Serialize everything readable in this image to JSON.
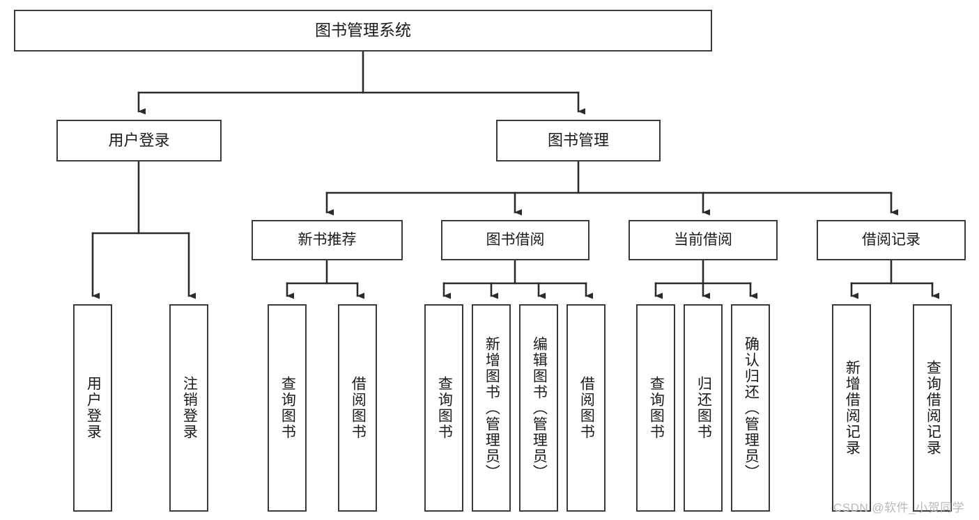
{
  "diagram": {
    "title": "图书管理系统",
    "type": "tree-flowchart",
    "orientation": "top-down",
    "colors": {
      "box_border": "#3a3a3a",
      "box_fill": "#ffffff",
      "edge": "#2b2b2b",
      "text": "#1a1a1a",
      "watermark": "#b9b9b9",
      "background": "#ffffff"
    },
    "root": {
      "id": "root",
      "label": "图书管理系统"
    },
    "level2": [
      {
        "id": "user-login",
        "label": "用户登录"
      },
      {
        "id": "book-manage",
        "label": "图书管理"
      }
    ],
    "level3": [
      {
        "id": "new-book-recommend",
        "label": "新书推荐",
        "parent": "book-manage"
      },
      {
        "id": "book-borrow",
        "label": "图书借阅",
        "parent": "book-manage"
      },
      {
        "id": "current-borrow",
        "label": "当前借阅",
        "parent": "book-manage"
      },
      {
        "id": "borrow-record",
        "label": "借阅记录",
        "parent": "book-manage"
      }
    ],
    "leaves": [
      {
        "id": "leaf-user-login",
        "label": "用户登录",
        "parent": "user-login"
      },
      {
        "id": "leaf-user-logout",
        "label": "注销登录",
        "parent": "user-login"
      },
      {
        "id": "leaf-query-book-1",
        "label": "查询图书",
        "parent": "new-book-recommend"
      },
      {
        "id": "leaf-borrow-book-1",
        "label": "借阅图书",
        "parent": "new-book-recommend"
      },
      {
        "id": "leaf-query-book-2",
        "label": "查询图书",
        "parent": "book-borrow"
      },
      {
        "id": "leaf-add-book",
        "label": "新增图书（管理员）",
        "parent": "book-borrow"
      },
      {
        "id": "leaf-edit-book",
        "label": "编辑图书（管理员）",
        "parent": "book-borrow"
      },
      {
        "id": "leaf-borrow-book-2",
        "label": "借阅图书",
        "parent": "book-borrow"
      },
      {
        "id": "leaf-query-book-3",
        "label": "查询图书",
        "parent": "current-borrow"
      },
      {
        "id": "leaf-return-book",
        "label": "归还图书",
        "parent": "current-borrow"
      },
      {
        "id": "leaf-confirm-return",
        "label": "确认归还（管理员）",
        "parent": "current-borrow"
      },
      {
        "id": "leaf-add-record",
        "label": "新增借阅记录",
        "parent": "borrow-record"
      },
      {
        "id": "leaf-query-record",
        "label": "查询借阅记录",
        "parent": "borrow-record"
      }
    ],
    "watermark": "CSDN @软件_小贺同学"
  }
}
